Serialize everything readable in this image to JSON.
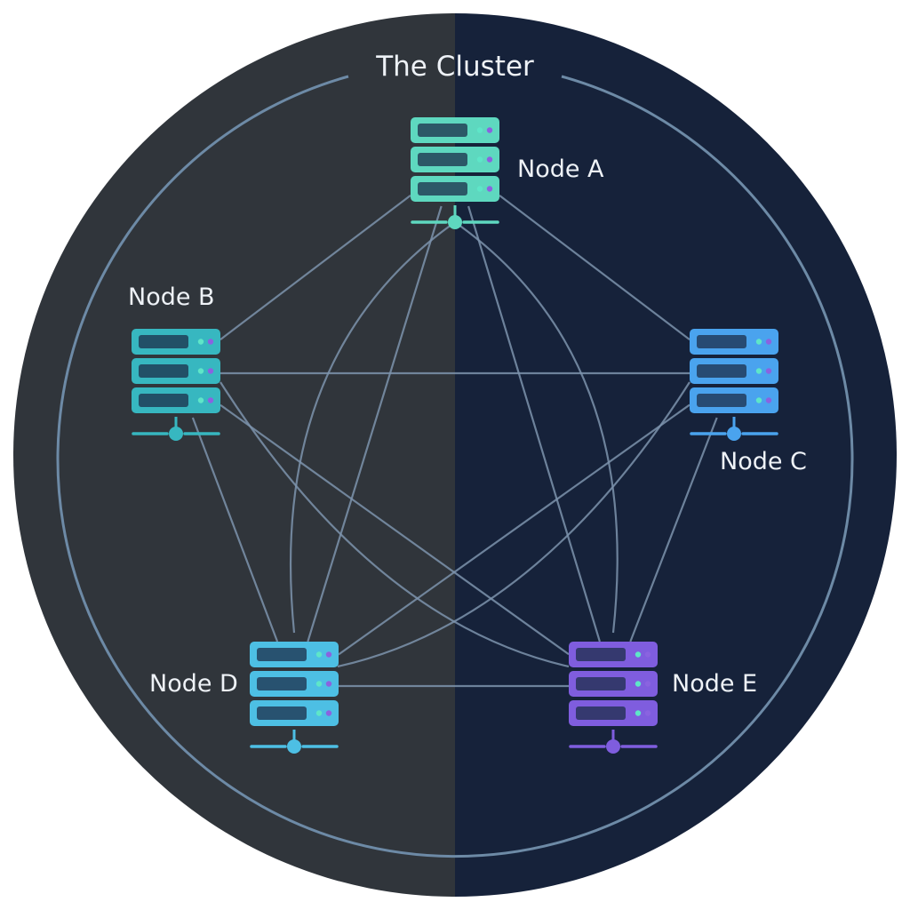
{
  "title": "The Cluster",
  "colors": {
    "left_half": "#30353b",
    "right_half": "#16223a",
    "ring": "#6d8aa6",
    "edge": "#7d93ad",
    "label": "#eef2f7"
  },
  "nodes": [
    {
      "id": "A",
      "label": "Node A",
      "icon": "server-rack-icon",
      "color": "#5ed8bf"
    },
    {
      "id": "B",
      "label": "Node B",
      "icon": "server-rack-icon",
      "color": "#37b7c0"
    },
    {
      "id": "C",
      "label": "Node C",
      "icon": "server-rack-icon",
      "color": "#4aa3ee"
    },
    {
      "id": "D",
      "label": "Node D",
      "icon": "server-rack-icon",
      "color": "#4dbfe4"
    },
    {
      "id": "E",
      "label": "Node E",
      "icon": "server-rack-icon",
      "color": "#7f5dde"
    }
  ],
  "edges": [
    {
      "from": "A",
      "to": "B"
    },
    {
      "from": "A",
      "to": "C"
    },
    {
      "from": "A",
      "to": "D"
    },
    {
      "from": "A",
      "to": "E"
    },
    {
      "from": "B",
      "to": "C"
    },
    {
      "from": "B",
      "to": "D"
    },
    {
      "from": "B",
      "to": "E"
    },
    {
      "from": "C",
      "to": "D"
    },
    {
      "from": "C",
      "to": "E"
    },
    {
      "from": "D",
      "to": "E"
    }
  ]
}
